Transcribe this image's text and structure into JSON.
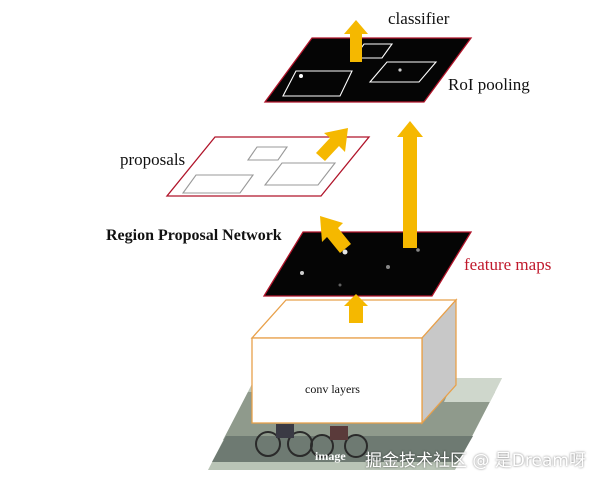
{
  "labels": {
    "classifier": "classifier",
    "roi_pooling": "RoI pooling",
    "proposals": "proposals",
    "rpn": "Region Proposal Network",
    "feature_maps": "feature maps",
    "conv_layers": "conv layers",
    "image": "image"
  },
  "watermark": "掘金技术社区 @ 是Dream呀",
  "colors": {
    "arrow": "#f5b800",
    "map_fill": "#050505",
    "map_border": "#b0142a",
    "feature_maps_text": "#c0192c",
    "conv_border": "#e8a04a",
    "proposal_box_border": "#ffffff"
  }
}
